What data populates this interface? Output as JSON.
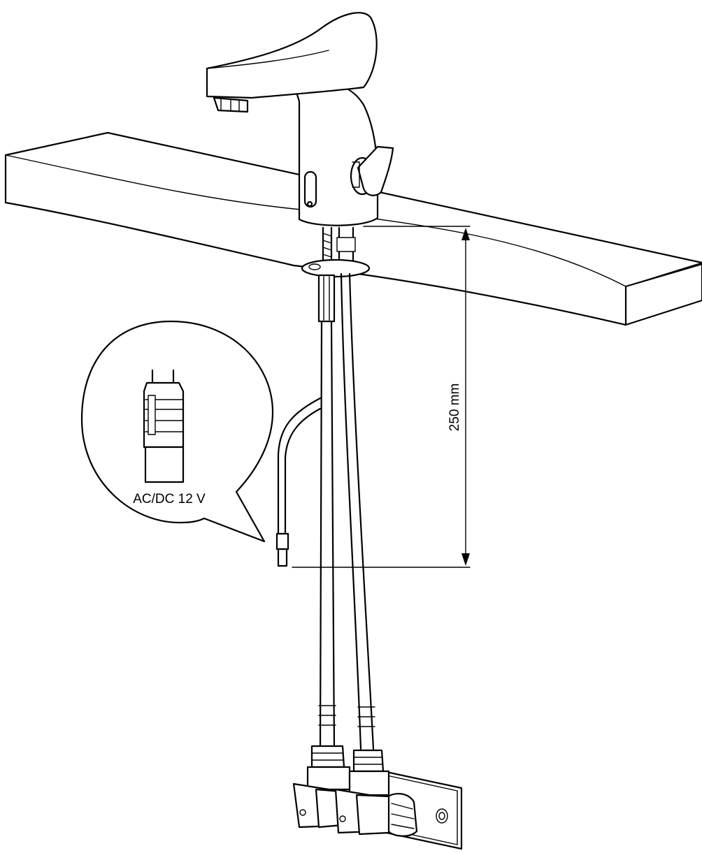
{
  "figure": {
    "connector_label": "AC/DC 12 V",
    "dimension_label": "250 mm",
    "dimension_value_mm": 250,
    "line_color": "#000000",
    "background_color": "#ffffff"
  }
}
